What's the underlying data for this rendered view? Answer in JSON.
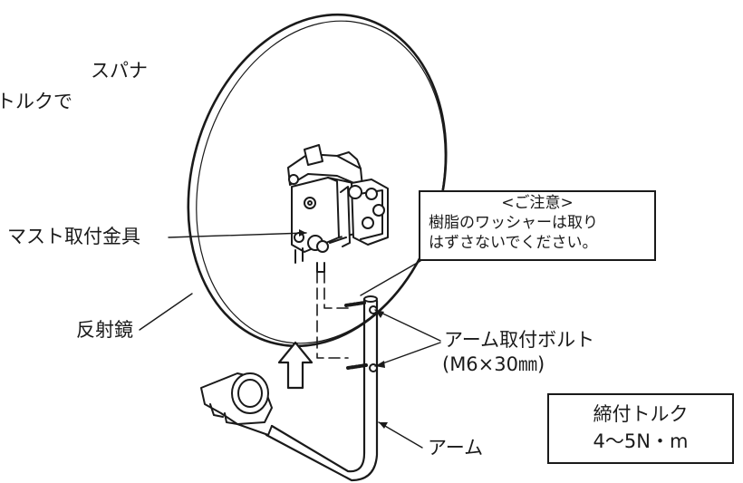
{
  "top_left_fragment": {
    "line1": "スパナ",
    "line2": "トルクで"
  },
  "labels": {
    "mast_bracket": "マスト取付金具",
    "reflector": "反射鏡",
    "arm_bolt": "アーム取付ボルト",
    "arm_bolt_spec": "(M6×30㎜)",
    "arm": "アーム"
  },
  "notice": {
    "heading": "<ご注意>",
    "line1": "樹脂のワッシャーは取り",
    "line2": "はずさないでください。"
  },
  "torque_box": {
    "title": "締付トルク",
    "value": "4～5N・m"
  }
}
